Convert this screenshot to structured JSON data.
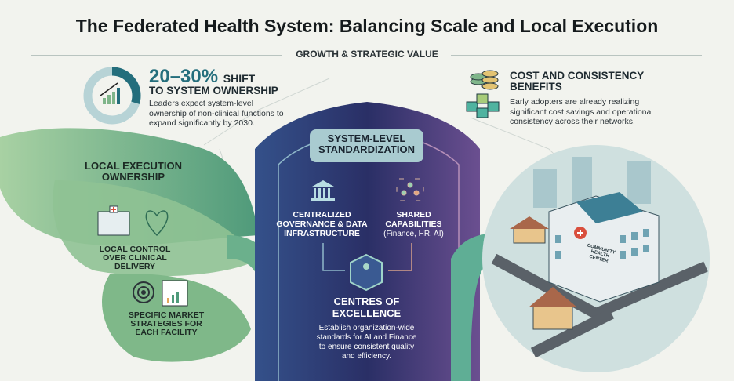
{
  "title": "The Federated Health System: Balancing Scale and Local Execution",
  "subtitle": "GROWTH & STRATEGIC VALUE",
  "shift": {
    "value": "20–30%",
    "label1": "SHIFT",
    "label2": "TO SYSTEM OWNERSHIP",
    "text": "Leaders expect system-level ownership of non-clinical functions to expand significantly by 2030.",
    "donut_fraction": 0.3
  },
  "cost": {
    "heading": "COST AND CONSISTENCY BENEFITS",
    "text": "Early adopters are already realizing significant cost savings and operational consistency across their networks."
  },
  "center": {
    "heading": "SYSTEM-LEVEL STANDARDIZATION",
    "governance": "CENTRALIZED GOVERNANCE & DATA INFRASTRUCTURE",
    "shared": "SHARED CAPABILITIES",
    "shared_sub": "(Finance, HR, AI)",
    "coe": "CENTRES OF EXCELLENCE",
    "coe_text": "Establish organization-wide standards for AI and Finance to ensure consistent quality and efficiency."
  },
  "local": {
    "heading": "LOCAL EXECUTION OWNERSHIP",
    "item1": "LOCAL CONTROL OVER CLINICAL DELIVERY",
    "item2": "SPECIFIC MARKET STRATEGIES FOR EACH FACILITY"
  },
  "scene": {
    "sign": "COMMUNITY HEALTH CENTER"
  },
  "colors": {
    "teal": "#246e7c",
    "green": "#7fb58a",
    "navy": "#2d3a78",
    "purple": "#6b4f90"
  }
}
